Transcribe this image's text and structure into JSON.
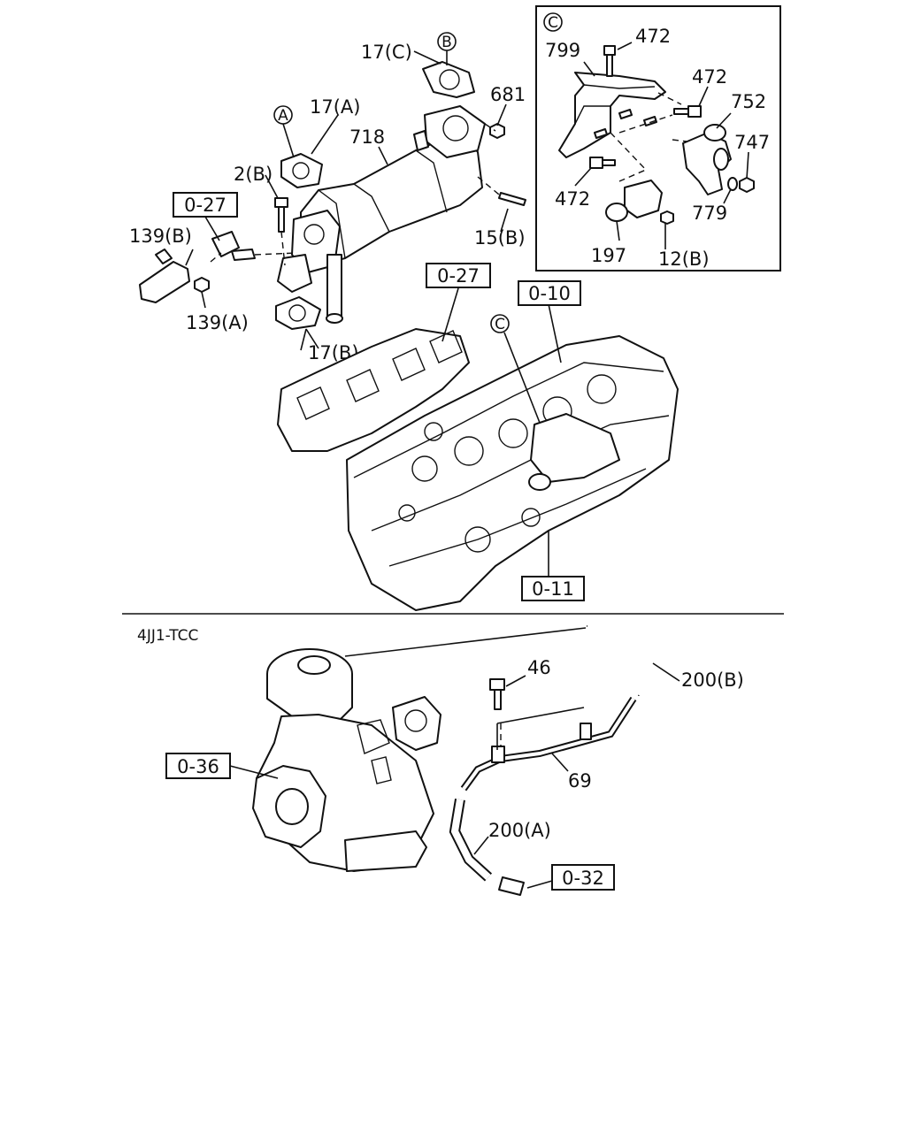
{
  "diagram": {
    "labels": {
      "l17c": "17(C)",
      "l17a": "17(A)",
      "l718": "718",
      "l681": "681",
      "l2b": "2(B)",
      "l15b": "15(B)",
      "l139b": "139(B)",
      "l139a": "139(A)",
      "l17b": "17(B)",
      "l472a": "472",
      "l799": "799",
      "l472b": "472",
      "l752": "752",
      "l747": "747",
      "l472c": "472",
      "l779": "779",
      "l197": "197",
      "l12b": "12(B)",
      "l46": "46",
      "l200b": "200(B)",
      "l69": "69",
      "l200a": "200(A)"
    },
    "markers": {
      "a": "A",
      "b": "B",
      "c_inset": "C",
      "c_head": "C"
    },
    "refs": {
      "r027_left": "0-27",
      "r027_mid": "0-27",
      "r010": "0-10",
      "r011": "0-11",
      "r036": "0-36",
      "r032": "0-32"
    },
    "section_label": "4JJ1-TCC"
  }
}
